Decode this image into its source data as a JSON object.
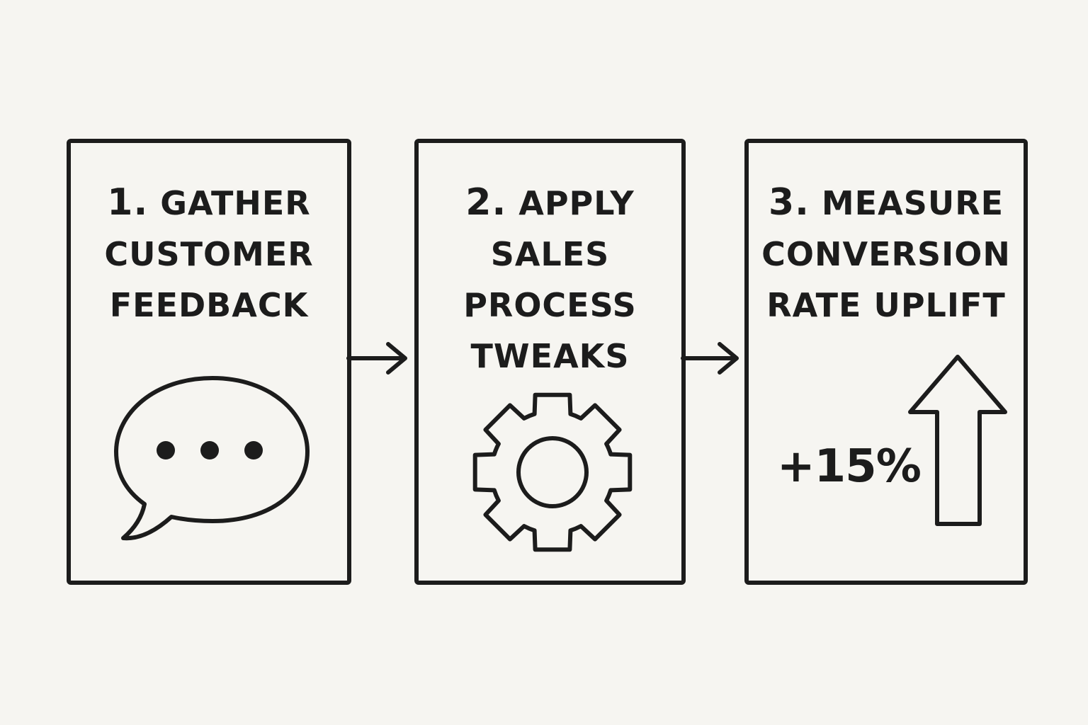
{
  "steps": [
    {
      "number": "1.",
      "title_lines": [
        "GATHER",
        "CUSTOMER",
        "FEEDBACK"
      ],
      "icon": "speech-bubble-icon"
    },
    {
      "number": "2.",
      "title_lines": [
        "APPLY",
        "SALES",
        "PROCESS",
        "TWEAKS"
      ],
      "icon": "gear-icon"
    },
    {
      "number": "3.",
      "title_lines": [
        "MEASURE",
        "CONVERSION",
        "RATE UPLIFT"
      ],
      "icon": "arrow-up-icon",
      "uplift": "+15%"
    }
  ],
  "connectors": [
    "arrow-right-icon",
    "arrow-right-icon"
  ],
  "colors": {
    "background": "#f6f5f1",
    "ink": "#1c1c1c"
  }
}
